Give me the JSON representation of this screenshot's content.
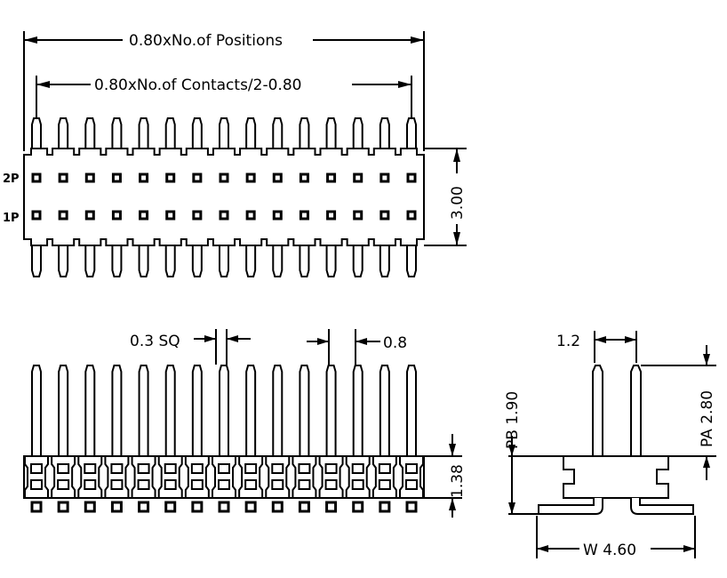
{
  "top_view": {
    "dim_positions": "0.80xNo.of Positions",
    "dim_contacts": "0.80xNo.of Contacts/2-0.80",
    "dim_height": "3.00",
    "row_label_2": "2P",
    "row_label_1": "1P",
    "pin_count": 15
  },
  "front_view": {
    "dim_square": "0.3 SQ",
    "dim_pitch": "0.8",
    "dim_body": "1.38",
    "pin_count": 15
  },
  "side_view": {
    "dim_row_spacing": "1.2",
    "dim_pb": "PB 1.90",
    "dim_pa": "PA 2.80",
    "dim_width": "W 4.60"
  }
}
